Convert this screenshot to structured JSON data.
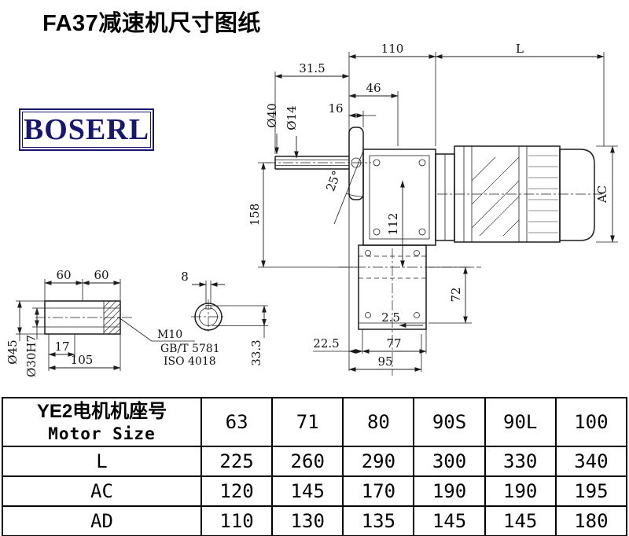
{
  "page": {
    "title": "FA37减速机尺寸图纸",
    "logo_text": "BOSERL"
  },
  "colors": {
    "logo_navy": "#171772",
    "line_black": "#1c1c1c"
  },
  "drawing": {
    "main_view": {
      "d110": "110",
      "dL": "L",
      "d31_5": "31.5",
      "d46": "46",
      "d16": "16",
      "dia40": "Ø40",
      "dia14": "Ø14",
      "angle25": "25°",
      "d158": "158",
      "d112": "112",
      "dAC": "AC",
      "d72": "72",
      "d2_5": "2.5",
      "d22_5": "22.5",
      "d77": "77",
      "d95": "95"
    },
    "shaft_view": {
      "d60_left": "60",
      "d60_right": "60",
      "d8": "8",
      "dia45": "Ø45",
      "dia30h7": "Ø30H7",
      "d17": "17",
      "d105": "105",
      "thread": "M10",
      "std1": "GB/T 5781",
      "std2": "ISO 4018",
      "d33_3": "33.3"
    }
  },
  "table": {
    "header": {
      "row_label_line1": "YE2电机机座号",
      "row_label_line2": "Motor Size",
      "sizes": [
        "63",
        "71",
        "80",
        "90S",
        "90L",
        "100"
      ]
    },
    "rows": [
      {
        "label": "L",
        "values": [
          "225",
          "260",
          "290",
          "300",
          "330",
          "340"
        ]
      },
      {
        "label": "AC",
        "values": [
          "120",
          "145",
          "170",
          "190",
          "190",
          "195"
        ]
      },
      {
        "label": "AD",
        "values": [
          "110",
          "130",
          "135",
          "145",
          "145",
          "180"
        ]
      }
    ]
  }
}
